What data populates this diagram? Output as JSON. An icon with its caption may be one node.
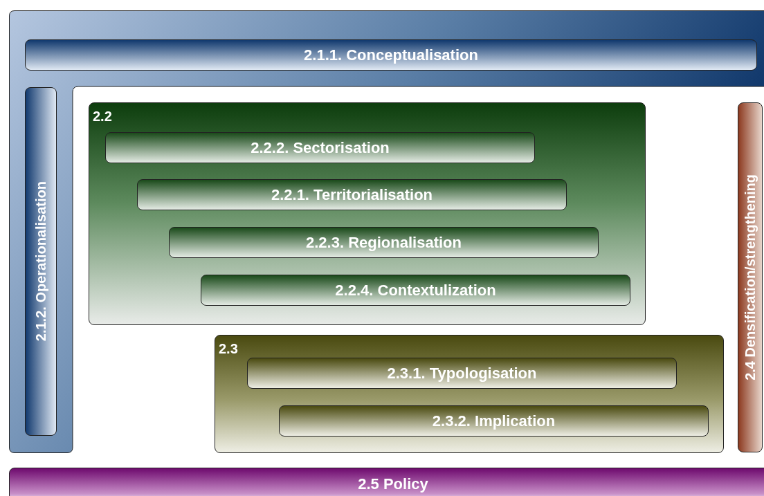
{
  "diagram": {
    "nodes": [
      {
        "text": [],
        "shape": "box"
      },
      {
        "text": [
          "2.1.1. Conceptualisation"
        ],
        "in": 0
      },
      {
        "text": [
          "2.1.2. Operationalisation"
        ],
        "in": 0
      },
      {
        "text": [
          "2.2"
        ]
      },
      {
        "text": [
          "2.2.2. Sectorisation"
        ],
        "in": 3
      },
      {
        "text": [
          "2.2.1. Territorialisation"
        ],
        "in": 3
      },
      {
        "text": [
          "2.2.3. Regionalisation"
        ],
        "in": 3
      },
      {
        "text": [
          "2.2.4. Contextulization"
        ],
        "in": 3
      },
      {
        "text": [
          "2.3"
        ]
      },
      {
        "text": [
          "2.3.1. Typologisation"
        ],
        "in": 8
      },
      {
        "text": [
          "2.3.2. Implication"
        ],
        "in": 8
      },
      {
        "text": [
          "2.4 Densification/strengthening"
        ]
      },
      {
        "text": [
          "2.5 Policy"
        ]
      }
    ],
    "edges": []
  }
}
